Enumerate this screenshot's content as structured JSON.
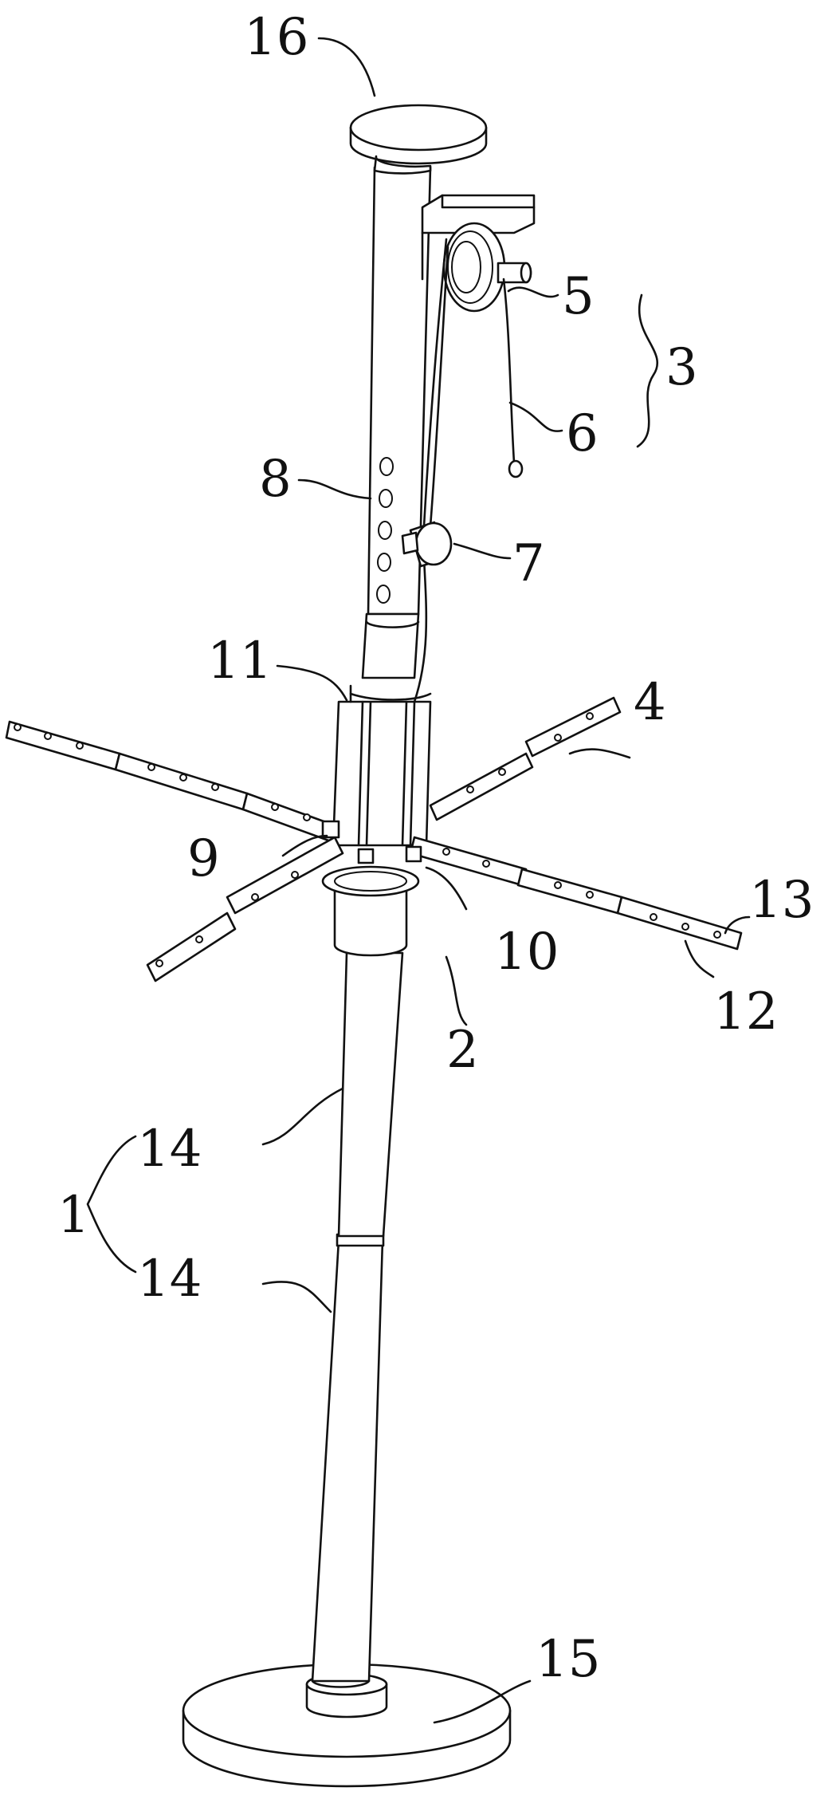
{
  "labels": {
    "l16": "16",
    "l5": "5",
    "l3": "3",
    "l6": "6",
    "l8": "8",
    "l7": "7",
    "l11": "11",
    "l4": "4",
    "l9": "9",
    "l10": "10",
    "l13": "13",
    "l12": "12",
    "l2": "2",
    "l14a": "14",
    "l1": "1",
    "l14b": "14",
    "l15": "15"
  }
}
